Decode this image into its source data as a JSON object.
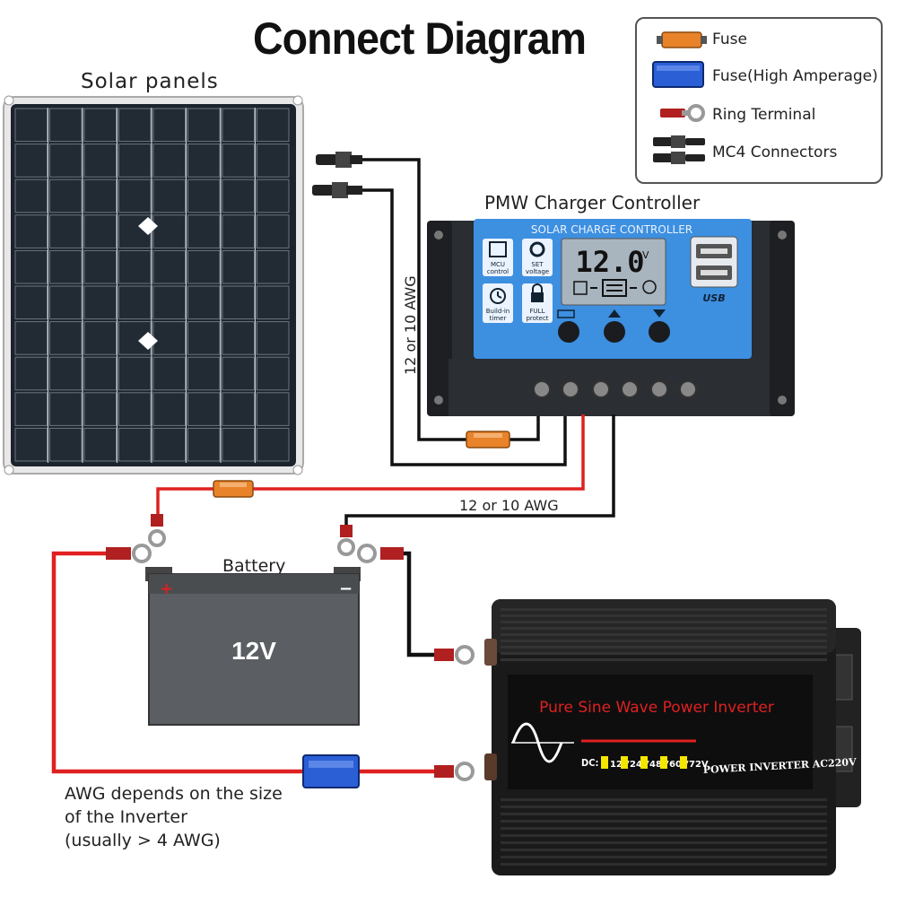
{
  "title": "Connect Diagram",
  "legend": {
    "items": [
      {
        "label": "Fuse",
        "icon": "fuse-icon",
        "color": "#e8832a"
      },
      {
        "label": "Fuse(High Amperage)",
        "icon": "high-amperage-fuse-icon",
        "color": "#2a5fd6"
      },
      {
        "label": "Ring Terminal",
        "icon": "ring-terminal-icon",
        "color": "#b02020"
      },
      {
        "label": "MC4 Connectors",
        "icon": "mc4-connector-icon",
        "color": "#222222"
      }
    ]
  },
  "solar_panels": {
    "label": "Solar panels"
  },
  "controller": {
    "label": "PMW Charger Controller",
    "header": "SOLAR CHARGE CONTROLLER",
    "display_value": "12.0",
    "display_unit": "V",
    "usb_label": "USB",
    "features": [
      {
        "line1": "MCU",
        "line2": "control"
      },
      {
        "line1": "SET",
        "line2": "voltage"
      },
      {
        "line1": "Build-in",
        "line2": "timer"
      },
      {
        "line1": "FULL",
        "line2": "protect"
      }
    ]
  },
  "wires": {
    "panel_to_controller": "12 or 10 AWG",
    "controller_to_battery": "12 or 10 AWG"
  },
  "battery": {
    "label": "Battery",
    "voltage": "12V",
    "plus": "+",
    "minus": "−"
  },
  "inverter": {
    "title": "Pure Sine Wave Power Inverter",
    "dc_prefix": "DC:",
    "voltages": [
      "12V",
      "24V",
      "48V",
      "60V",
      "72V"
    ],
    "model": "POWER INVERTER AC220V"
  },
  "awg_note": {
    "line1": "AWG depends on the size",
    "line2": "of the Inverter",
    "line3": "(usually  > 4 AWG)"
  },
  "colors": {
    "positive_wire": "#e02020",
    "negative_wire": "#111111",
    "controller_blue": "#3d8fe0",
    "panel_cell": "#222a33",
    "inverter_title": "#e02020",
    "voltage_highlight": "#f5e600"
  }
}
